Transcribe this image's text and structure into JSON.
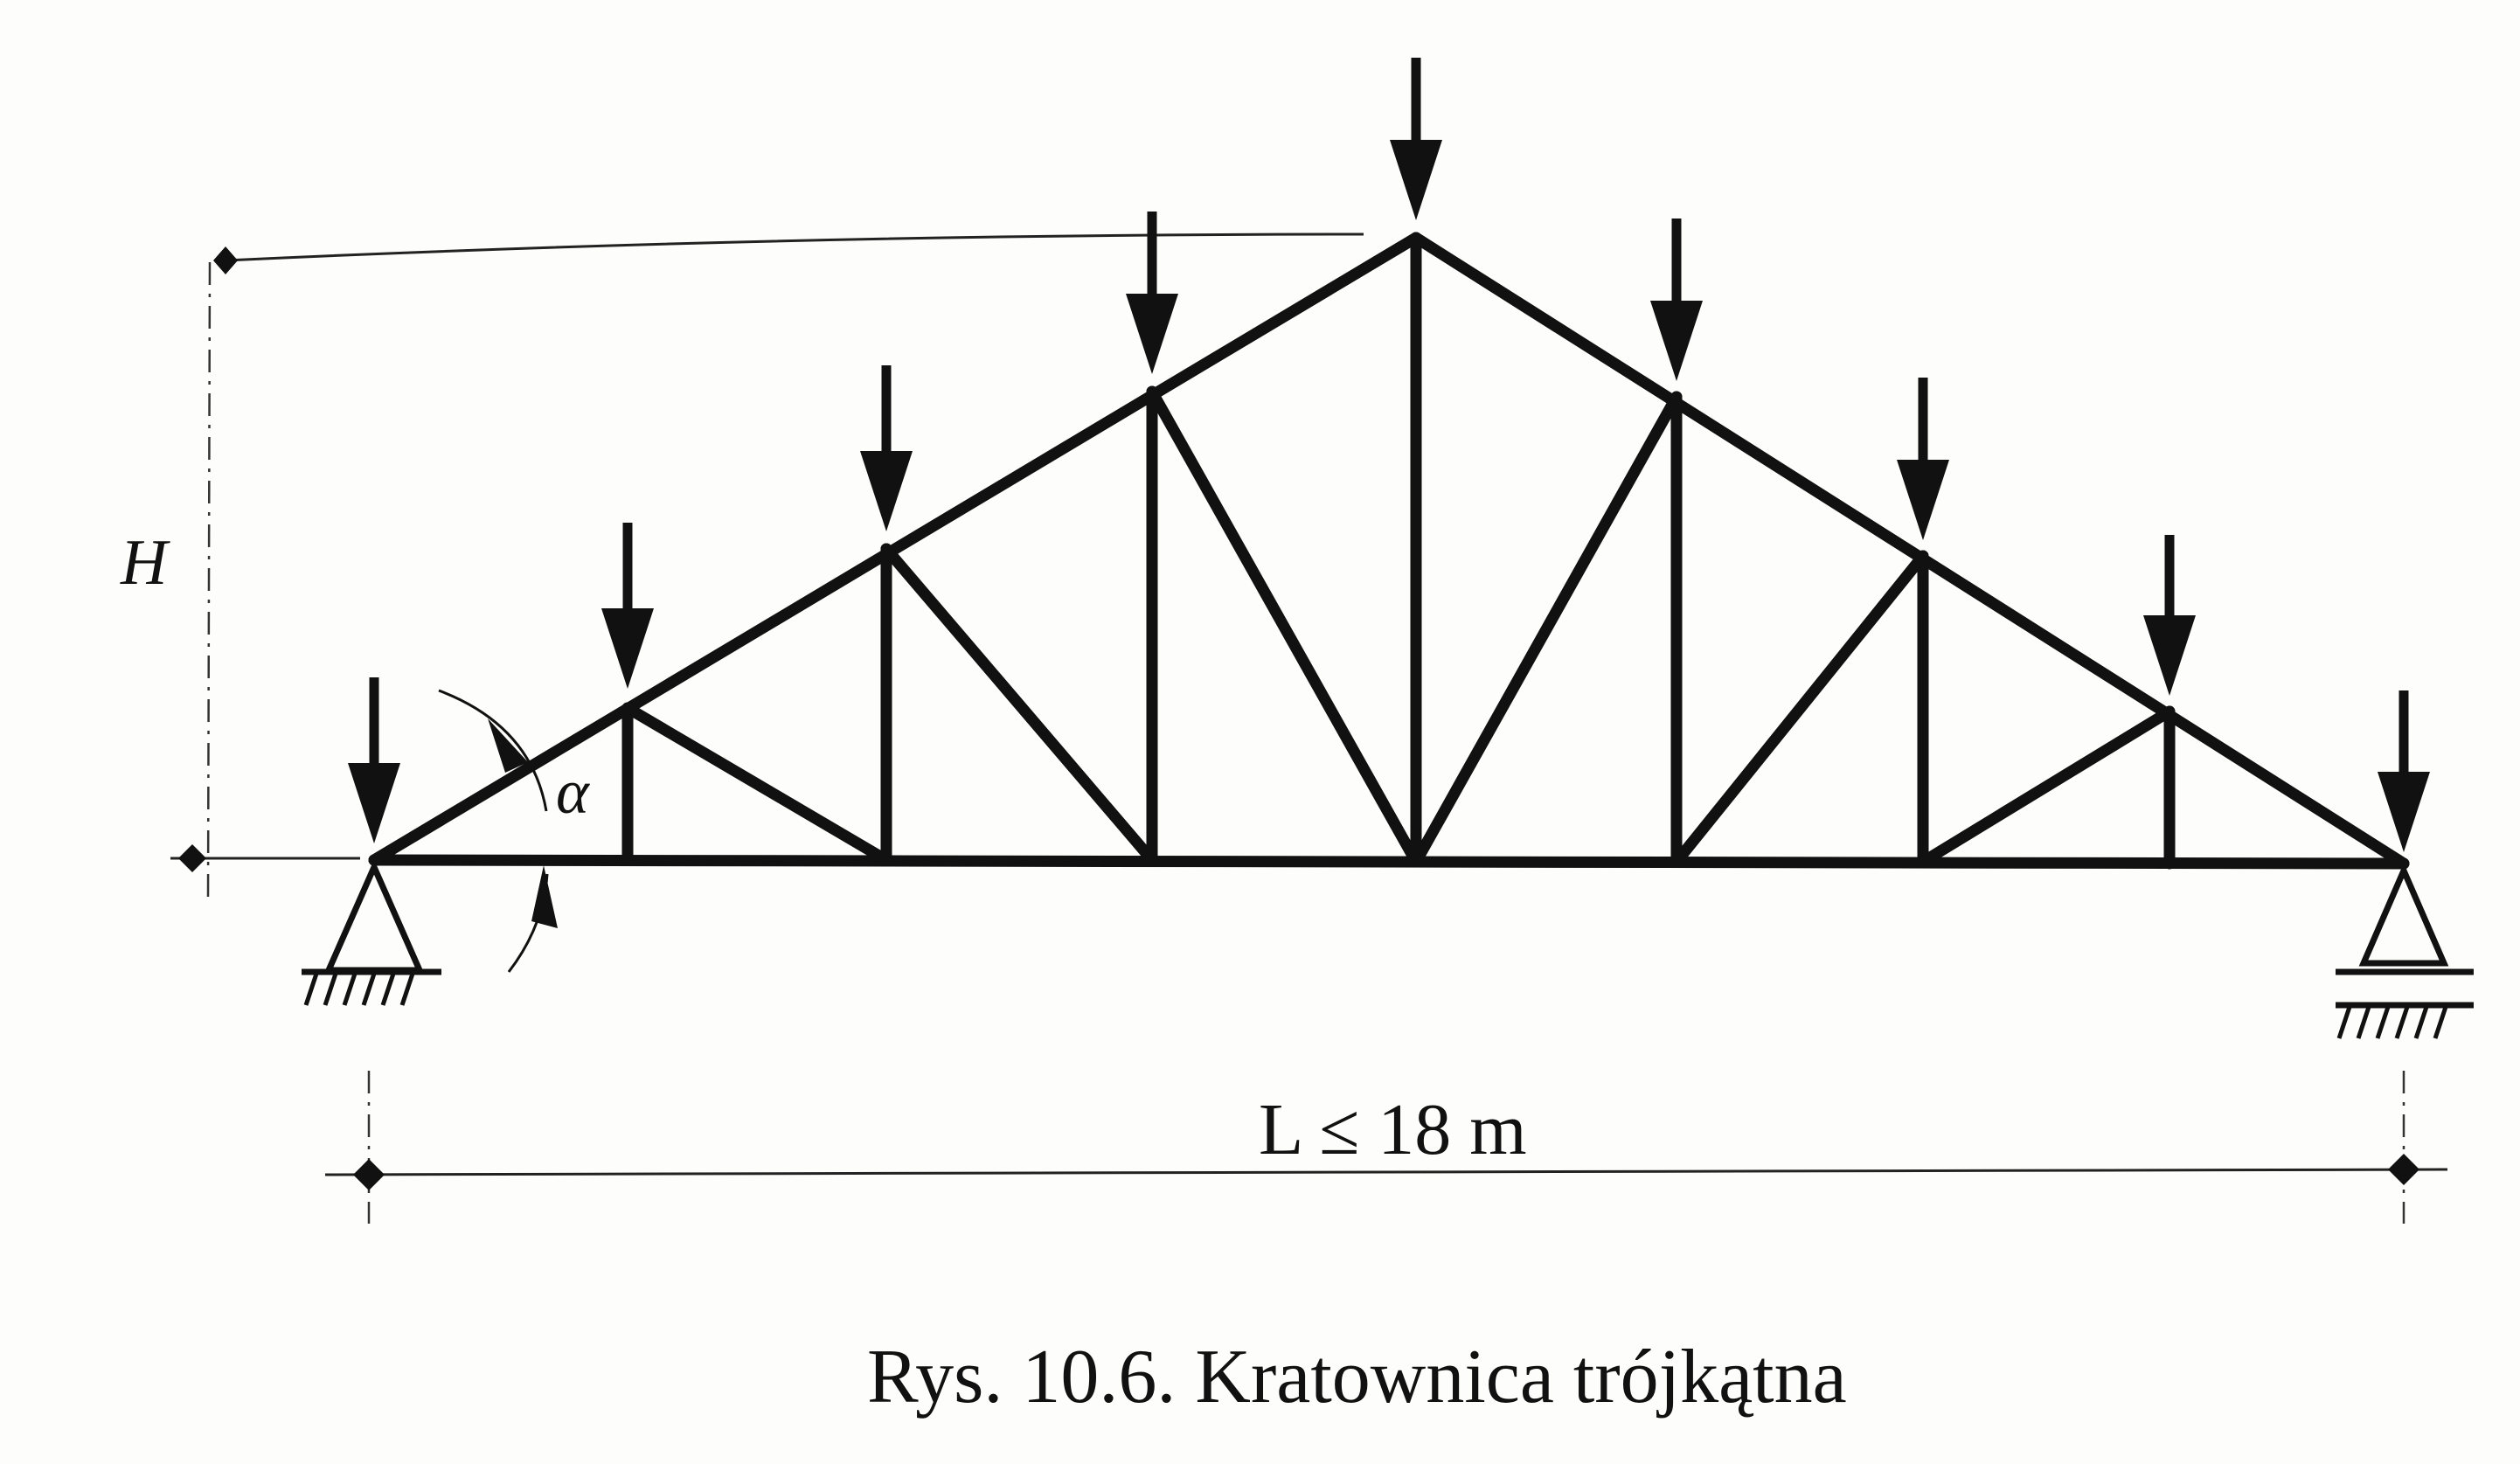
{
  "diagram": {
    "height_label": "H",
    "angle_label": "α",
    "span_label": "L ≤ 18 m",
    "caption": "Rys. 10.6.  Kratownica trójkątna"
  },
  "colors": {
    "ink": "#111111",
    "paper": "#fdfdfb"
  },
  "icons": {
    "pinned_support": "pin-support-icon",
    "roller_support": "roller-support-icon",
    "load_arrow": "arrow-down-icon"
  },
  "structure": {
    "type": "triangular truss",
    "panels": 8,
    "point_loads": 9
  }
}
